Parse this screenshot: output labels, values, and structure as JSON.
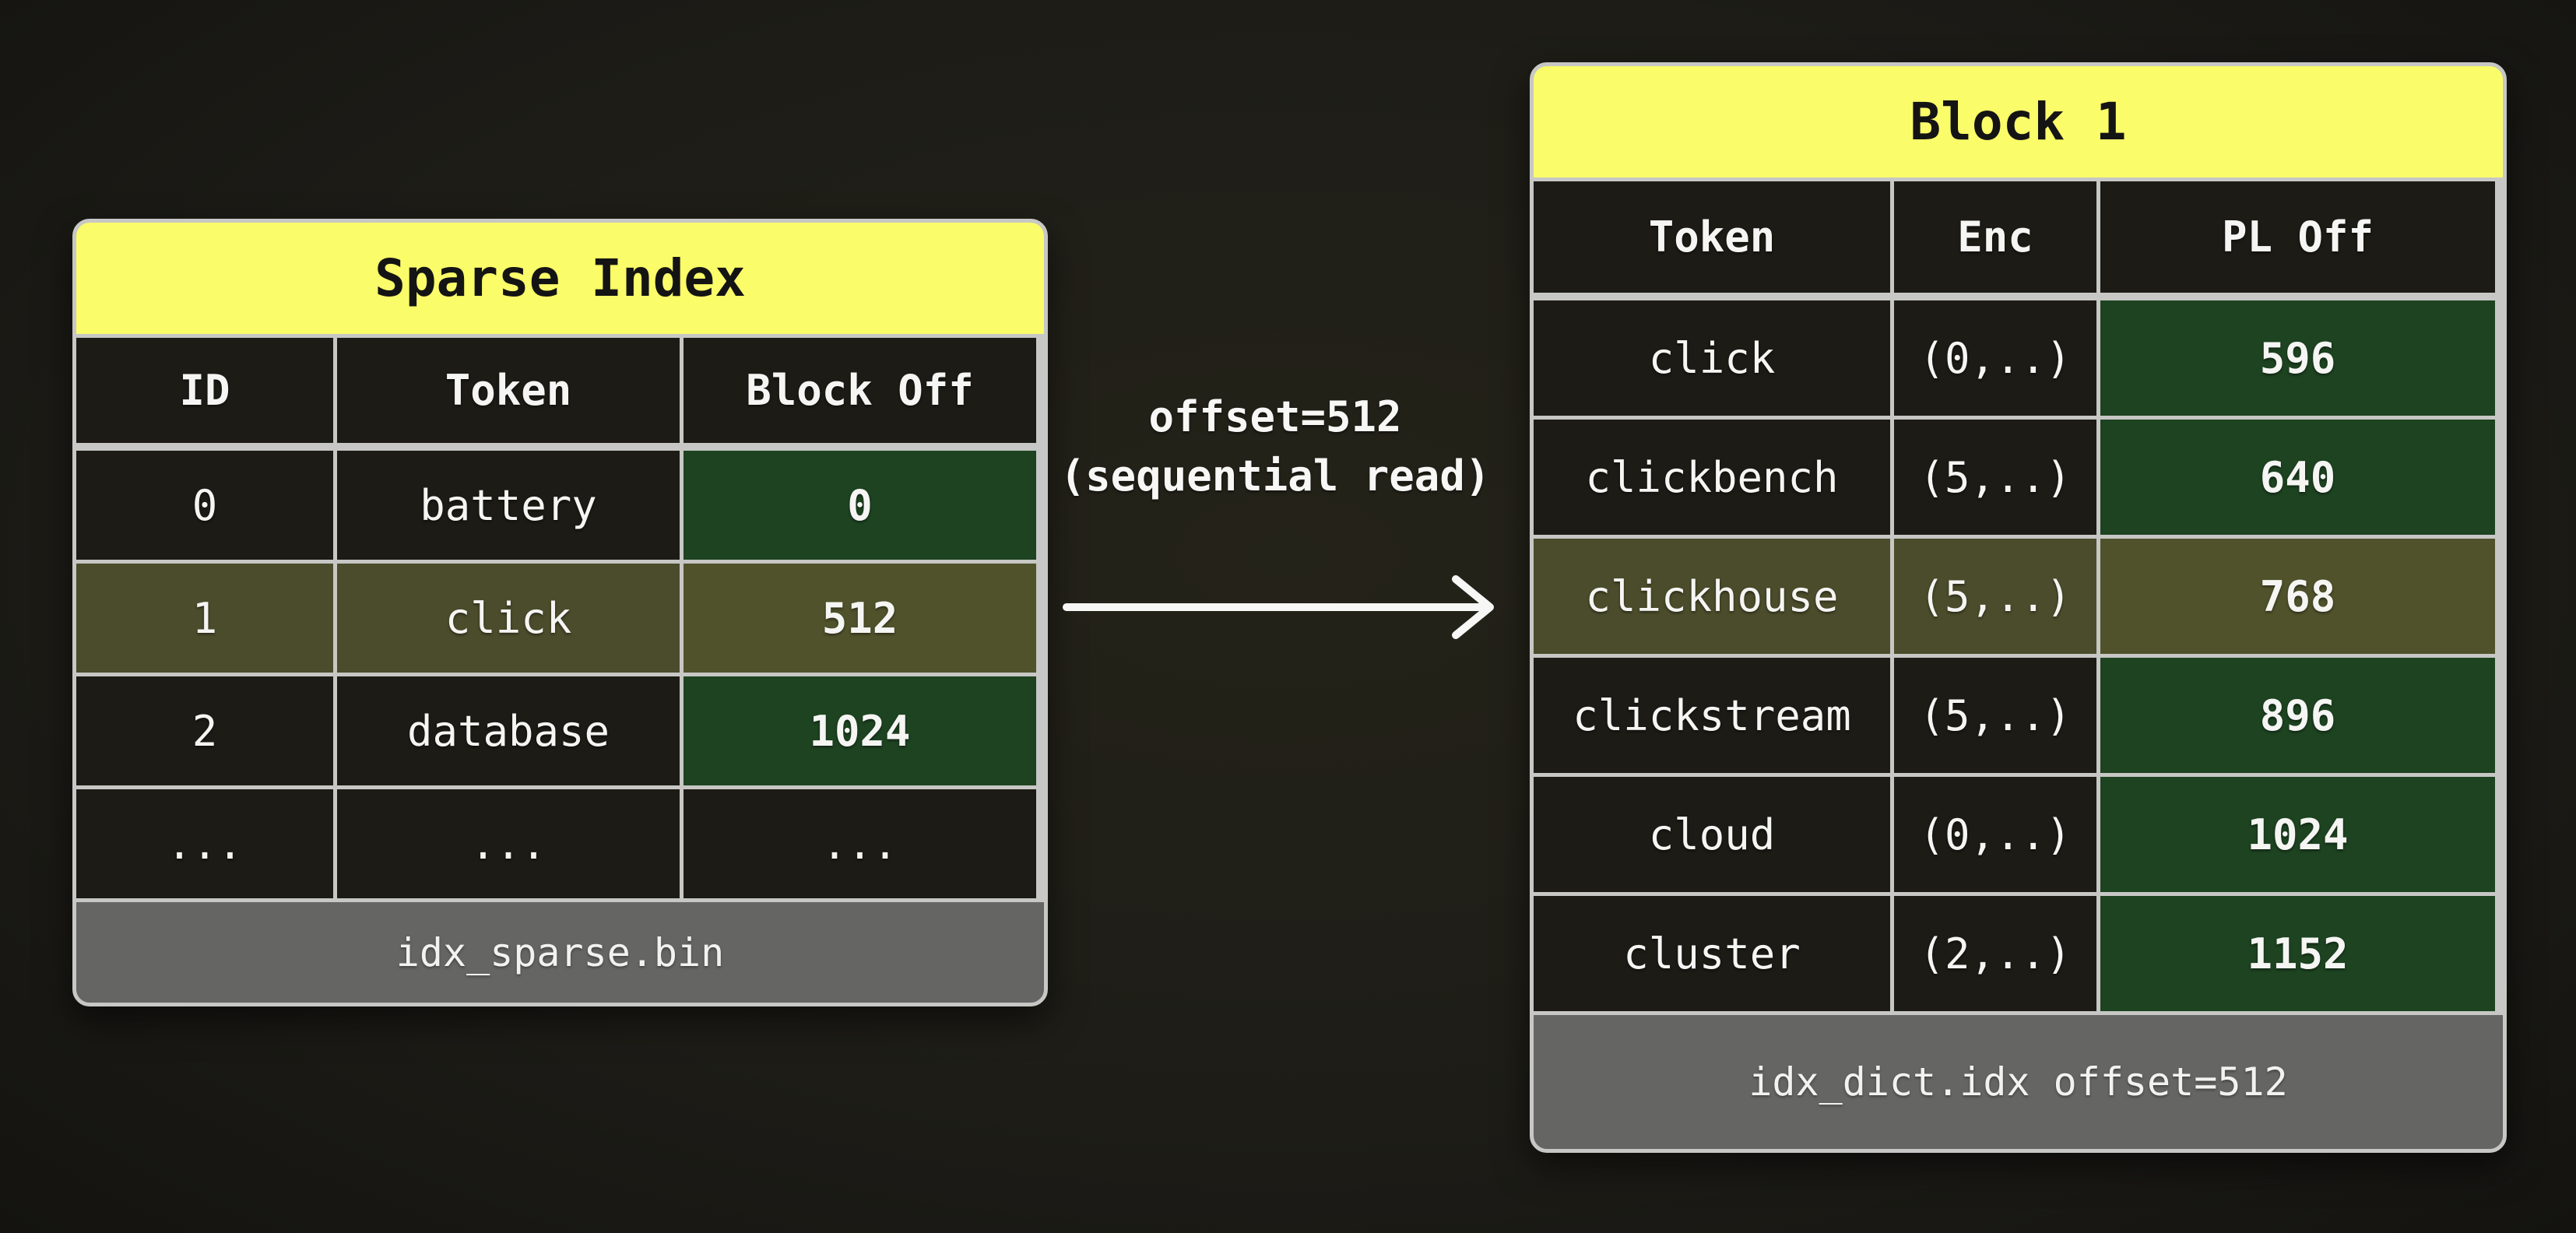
{
  "colors": {
    "background": "#1d1c17",
    "background_mid": "#242319",
    "background_edge": "#141310",
    "card_border": "#c7c7c5",
    "title_bg": "#fafc69",
    "title_text": "#141414",
    "cell_bg": "#1c1b15",
    "cell_text": "#f5f5f3",
    "green_bg": "#1d4321",
    "olive_bg": "#4b4c2b",
    "olive_strong_bg": "#50522b",
    "footer_bg": "#656563",
    "footer_text": "#f2f2f0",
    "arrow": "#f7f7f5"
  },
  "sparse_table": {
    "title": "Sparse Index",
    "columns": [
      "ID",
      "Token",
      "Block Off"
    ],
    "rows": [
      [
        "0",
        "battery",
        "0"
      ],
      [
        "1",
        "click",
        "512"
      ],
      [
        "2",
        "database",
        "1024"
      ],
      [
        "...",
        "...",
        "..."
      ]
    ],
    "footer": "idx_sparse.bin"
  },
  "arrow_label": {
    "line1": "offset=512",
    "line2": "(sequential read)"
  },
  "block_table": {
    "title": "Block 1",
    "columns": [
      "Token",
      "Enc",
      "PL Off"
    ],
    "rows": [
      [
        "click",
        "(0,..)",
        "596"
      ],
      [
        "clickbench",
        "(5,..)",
        "640"
      ],
      [
        "clickhouse",
        "(5,..)",
        "768"
      ],
      [
        "clickstream",
        "(5,..)",
        "896"
      ],
      [
        "cloud",
        "(0,..)",
        "1024"
      ],
      [
        "cluster",
        "(2,..)",
        "1152"
      ]
    ],
    "footer": "idx_dict.idx offset=512"
  }
}
